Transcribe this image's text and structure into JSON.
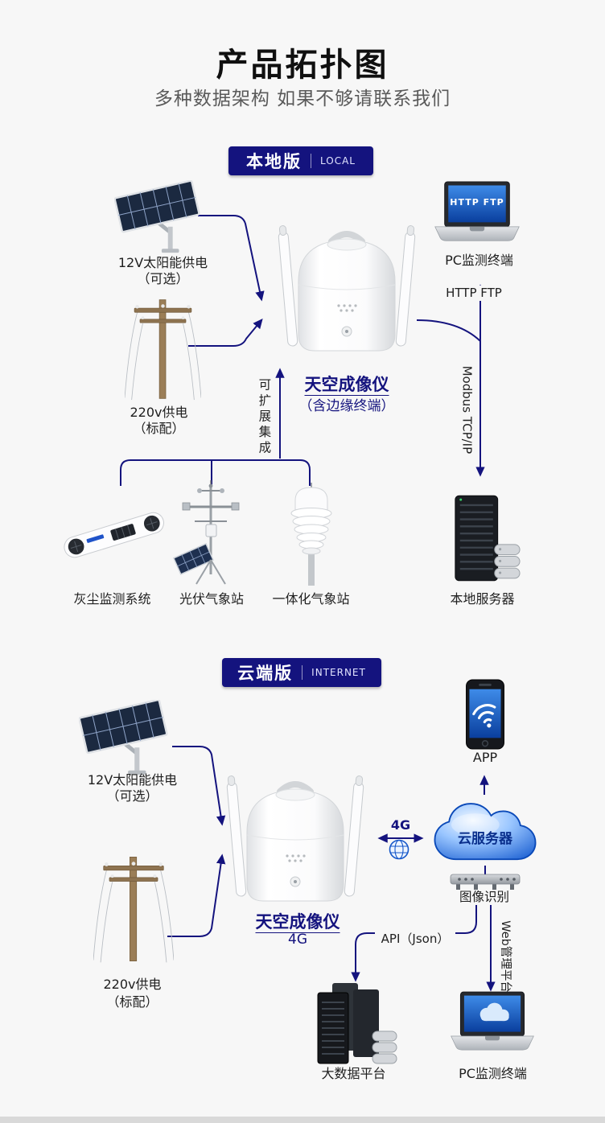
{
  "page": {
    "title": "产品拓扑图",
    "subtitle": "多种数据架构 如果不够请联系我们"
  },
  "colors": {
    "navy": "#14137e",
    "line": "#14137e",
    "screen_blue": "#0a3f9e",
    "background": "#f7f7f7"
  },
  "local": {
    "badge": {
      "label": "本地版",
      "tag": "LOCAL"
    },
    "solar": {
      "line1": "12V太阳能供电",
      "line2": "（可选）"
    },
    "power": {
      "line1": "220v供电",
      "line2": "（标配）"
    },
    "device": {
      "title": "天空成像仪",
      "subtitle": "（含边缘终端）"
    },
    "pc": {
      "label": "PC监测终端",
      "screen": "HTTP FTP"
    },
    "link_http": "HTTP FTP",
    "link_modbus": "Modbus TCP/IP",
    "link_expand": "可扩展集成",
    "server": {
      "label": "本地服务器"
    },
    "sensors": [
      {
        "label": "灰尘监测系统"
      },
      {
        "label": "光伏气象站"
      },
      {
        "label": "一体化气象站"
      }
    ]
  },
  "cloud": {
    "badge": {
      "label": "云端版",
      "tag": "INTERNET"
    },
    "solar": {
      "line1": "12V太阳能供电",
      "line2": "（可选）"
    },
    "power": {
      "line1": "220v供电",
      "line2": "（标配）"
    },
    "device": {
      "title": "天空成像仪",
      "subtitle": "4G"
    },
    "link_4g": "4G",
    "cloud_server": {
      "label": "云服务器"
    },
    "app": {
      "label": "APP"
    },
    "recognition": {
      "label": "图像识别"
    },
    "link_web": "Web管理平台",
    "link_api": "API（Json）",
    "bigdata": {
      "label": "大数据平台"
    },
    "pc": {
      "label": "PC监测终端"
    }
  }
}
